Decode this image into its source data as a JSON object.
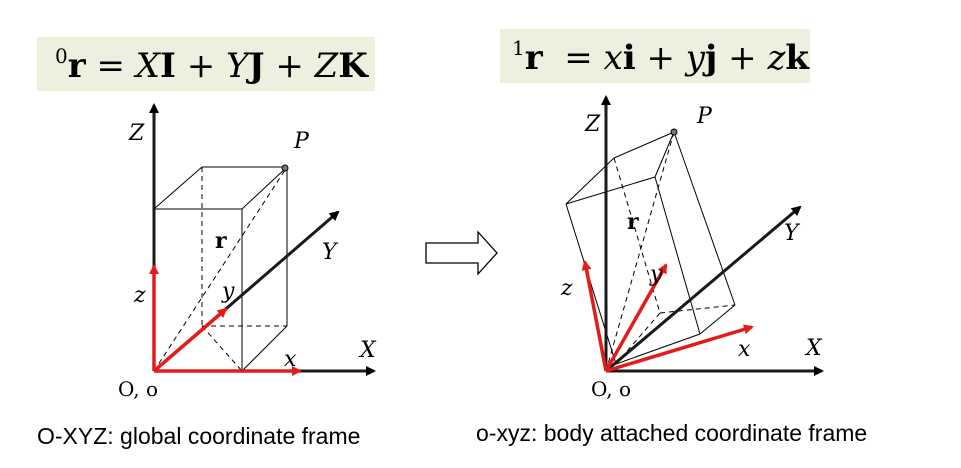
{
  "colors": {
    "equation_box": "#ebf1de",
    "vector": "#e31b1b",
    "axis": "#000000",
    "box_line": "#000000"
  },
  "left": {
    "equation": {
      "superscript": "0",
      "parts": [
        "r",
        " = ",
        "X",
        "I",
        " + ",
        "Y",
        "J",
        " + ",
        "Z",
        "K"
      ]
    },
    "labels": {
      "Z": "Z",
      "Y": "Y",
      "X": "X",
      "z": "z",
      "y": "y",
      "x": "x",
      "r": "r",
      "P": "P",
      "origin": "O, o"
    },
    "caption": "O-XYZ: global coordinate frame"
  },
  "right": {
    "equation": {
      "superscript": "1",
      "parts": [
        "r",
        "  = ",
        "x",
        "i",
        " + ",
        "y",
        "j",
        " + ",
        "z",
        "k"
      ]
    },
    "labels": {
      "Z": "Z",
      "Y": "Y",
      "X": "X",
      "z": "z",
      "y": "y",
      "x": "x",
      "r": "r",
      "P": "P",
      "origin": "O, o"
    },
    "caption": "o-xyz: body attached coordinate frame"
  },
  "transition_arrow_icon": "hollow-right-arrow-icon"
}
